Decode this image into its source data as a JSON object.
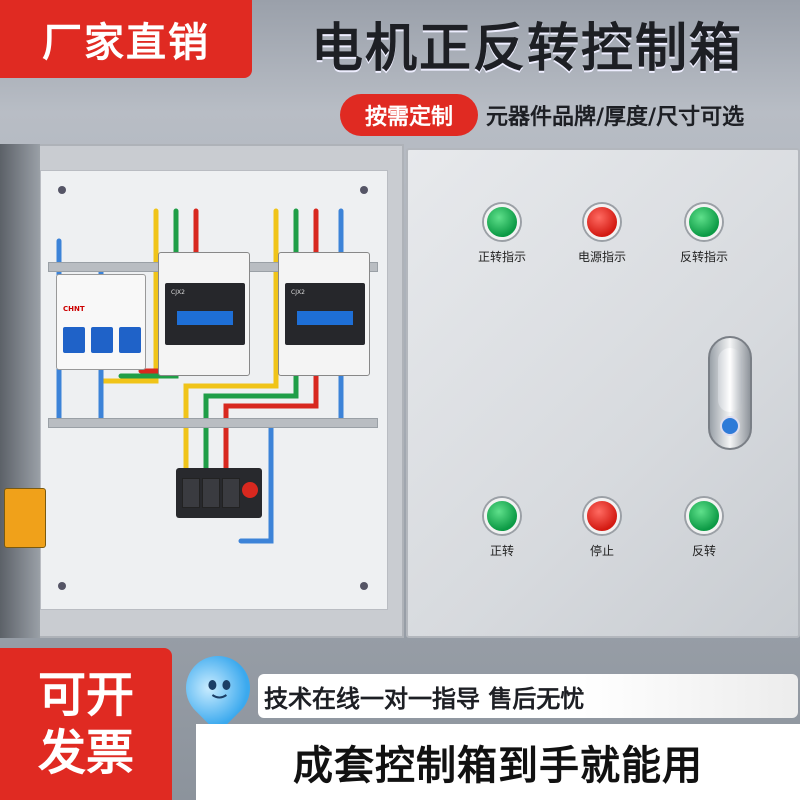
{
  "header": {
    "badge": "厂家直销",
    "title": "电机正反转控制箱"
  },
  "subheader": {
    "badge": "按需定制",
    "text": "元器件品牌/厚度/尺寸可选"
  },
  "door_panel": {
    "indicators": [
      {
        "label": "正转指示",
        "color": "green"
      },
      {
        "label": "电源指示",
        "color": "red"
      },
      {
        "label": "反转指示",
        "color": "green"
      }
    ],
    "buttons": [
      {
        "label": "正转",
        "color": "green"
      },
      {
        "label": "停止",
        "color": "red"
      },
      {
        "label": "反转",
        "color": "green"
      }
    ]
  },
  "components": {
    "breaker_brand": "CHNT",
    "contactor_model": "CJX2"
  },
  "bottom": {
    "badge_line1": "可开",
    "badge_line2": "发票",
    "support": "技术在线一对一指导 售后无忧",
    "tagline": "成套控制箱到手就能用"
  },
  "colors": {
    "accent_red": "#e02a22",
    "lamp_green": "#0c9a45",
    "lamp_red": "#d31a12"
  }
}
